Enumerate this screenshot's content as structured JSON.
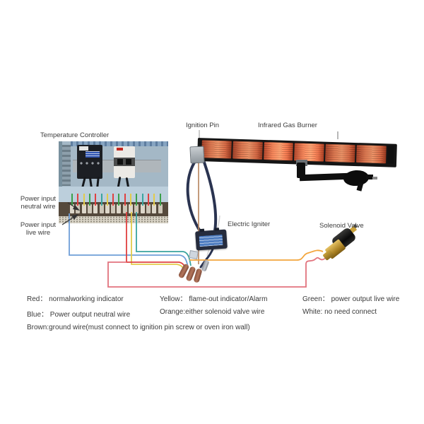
{
  "labels": {
    "temperature_controller": "Temperature Controller",
    "ignition_pin": "Ignition Pin",
    "infrared_gas_burner": "Infrared Gas Burner",
    "electric_igniter": "Electric Igniter",
    "solenoid_valve": "Solenoid Valve",
    "power_input_neutral_l1": "Power input",
    "power_input_neutral_l2": "neutral wire",
    "power_input_live_l1": "Power input",
    "power_input_live_l2": "live wire"
  },
  "legend": {
    "row1": [
      "Red：  normalworking indicator",
      "Yellow：  flame-out indicator/Alarm",
      "Green：  power output live wire"
    ],
    "row2": [
      "Blue：  Power output neutral wire",
      "Orange:either solenoid valve wire",
      "White: no need connect"
    ],
    "row3": "Brown:ground wire(must connect to ignition pin screw or oven iron wall)"
  },
  "colors": {
    "blue": "#6f9ed8",
    "teal": "#3aa49e",
    "yellow": "#e2cb4a",
    "red": "#e04040",
    "red_light": "#e2737e",
    "orange": "#f3a53c",
    "brown": "#b5825c",
    "cable": "#2a3350",
    "white_wire": "#d8d8d8",
    "pointer": "#9a9a9a",
    "arrow": "#333333",
    "green": "#3aa04a"
  },
  "panel": {
    "terminal_wire_colors": [
      "green",
      "red",
      "yellow",
      "green",
      "red",
      "teal",
      "yellow",
      "red",
      "green",
      "red",
      "yellow",
      "green",
      "teal",
      "red",
      "yellow",
      "green"
    ]
  }
}
